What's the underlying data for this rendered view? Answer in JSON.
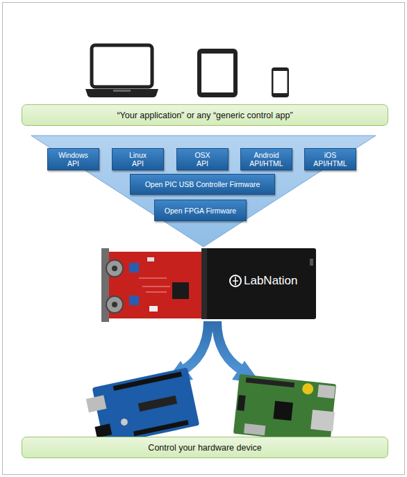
{
  "diagram": {
    "nodes": [
      {
        "text": [
          "“Your application” or any “generic control app”"
        ]
      },
      {
        "text": [
          "Windows API"
        ]
      },
      {
        "text": [
          "Linux API"
        ]
      },
      {
        "text": [
          "OSX API"
        ]
      },
      {
        "text": [
          "Android API/HTML"
        ]
      },
      {
        "text": [
          "iOS API/HTML"
        ]
      },
      {
        "text": [
          "Open PIC USB Controller Firmware"
        ]
      },
      {
        "text": [
          "Open FPGA Firmware"
        ]
      },
      {
        "text": [
          "Control your hardware device"
        ]
      }
    ],
    "labels": [
      "LabNation"
    ]
  }
}
